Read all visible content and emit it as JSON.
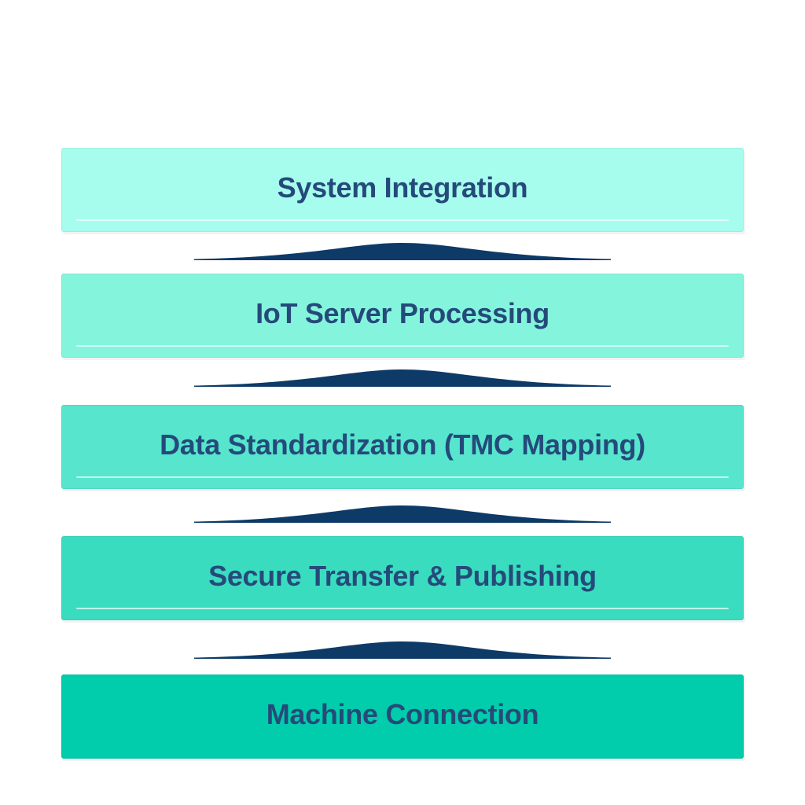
{
  "diagram": {
    "type": "layered-stack",
    "flow_direction": "bottom-to-top",
    "background_color": "#ffffff"
  },
  "theme": {
    "text_color": "#254a7a",
    "arrow_color": "#0d3a67",
    "underline_color": "rgba(255,255,255,0.65)"
  },
  "layers": [
    {
      "label": "System Integration",
      "color": "#a6fded"
    },
    {
      "label": "IoT Server Processing",
      "color": "#85f4dd"
    },
    {
      "label": "Data Standardization (TMC Mapping)",
      "color": "#57e6cd"
    },
    {
      "label": "Secure Transfer & Publishing",
      "color": "#3adcc0"
    },
    {
      "label": "Machine Connection",
      "color": "#01ccab"
    }
  ],
  "arrows": {
    "direction": "up",
    "count": 4
  }
}
